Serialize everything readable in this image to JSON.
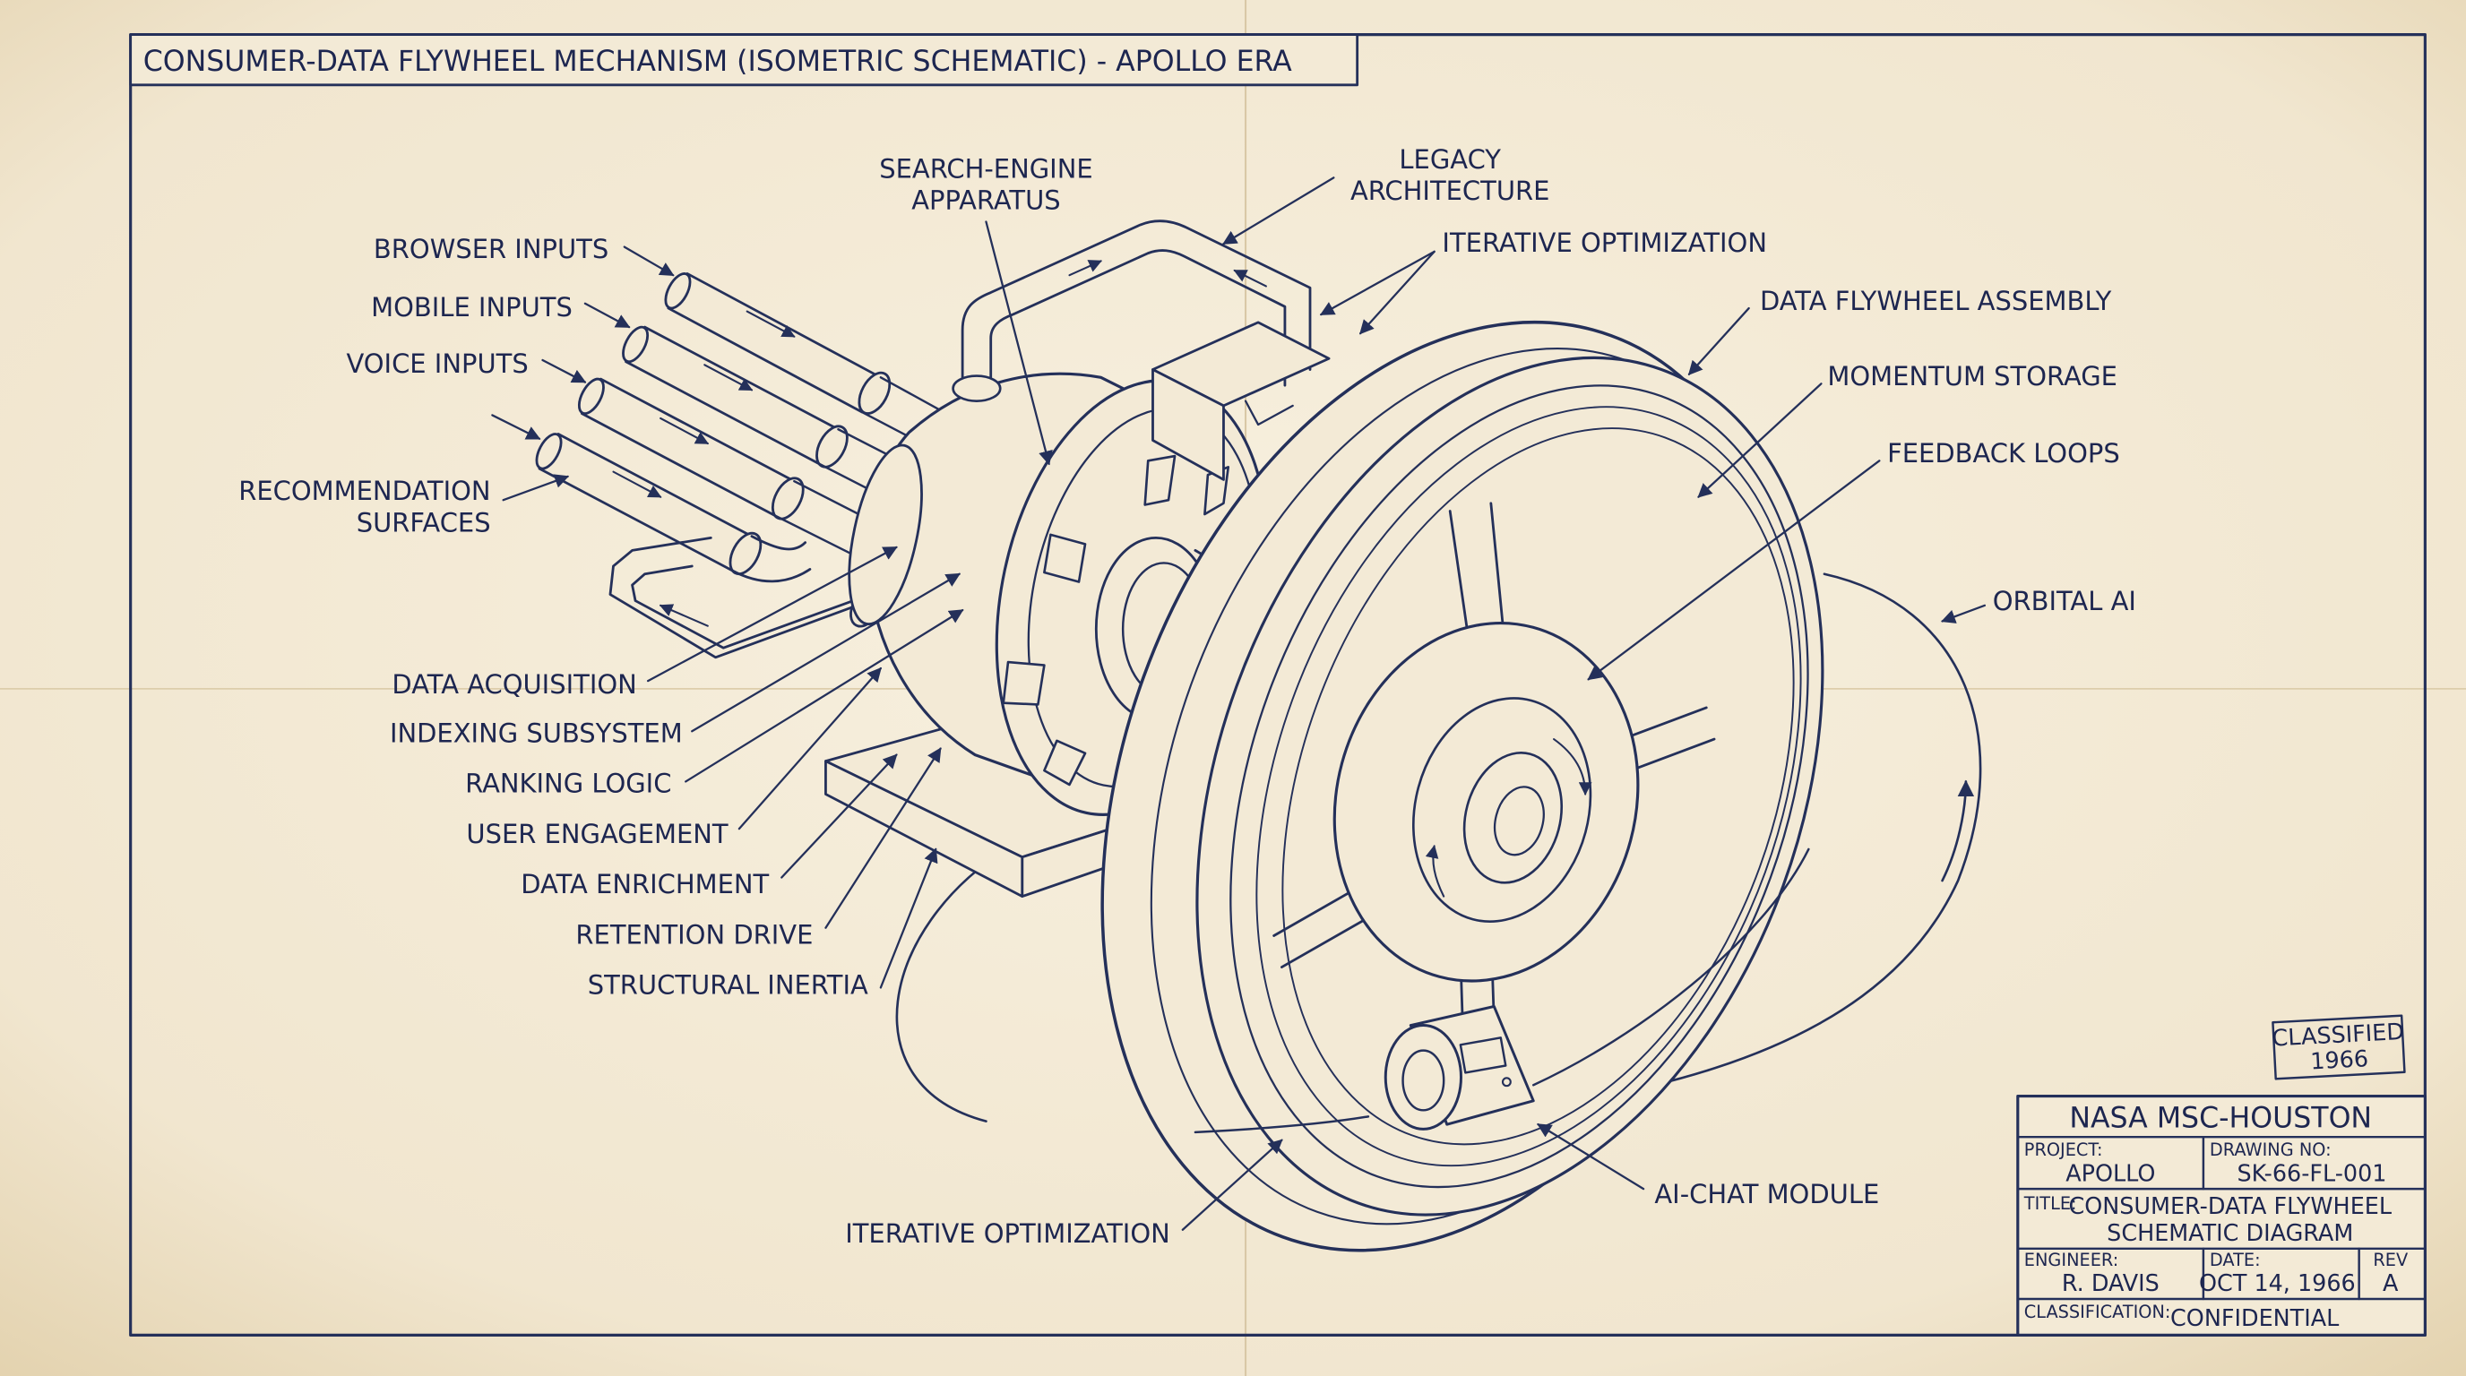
{
  "title": "CONSUMER-DATA FLYWHEEL MECHANISM (ISOMETRIC SCHEMATIC) - APOLLO ERA",
  "labels": {
    "search_engine": [
      "SEARCH-ENGINE",
      "APPARATUS"
    ],
    "legacy": [
      "LEGACY",
      "ARCHITECTURE"
    ],
    "iterative_top": "ITERATIVE OPTIMIZATION",
    "flywheel_assembly": "DATA FLYWHEEL ASSEMBLY",
    "momentum_storage": "MOMENTUM STORAGE",
    "feedback_loops": "FEEDBACK LOOPS",
    "orbital_ai": "ORBITAL AI",
    "browser_inputs": "BROWSER INPUTS",
    "mobile_inputs": "MOBILE INPUTS",
    "voice_inputs": "VOICE INPUTS",
    "recommendation": [
      "RECOMMENDATION",
      "SURFACES"
    ],
    "data_acquisition": "DATA ACQUISITION",
    "indexing": "INDEXING SUBSYSTEM",
    "ranking": "RANKING LOGIC",
    "user_engagement": "USER ENGAGEMENT",
    "data_enrichment": "DATA ENRICHMENT",
    "retention": "RETENTION DRIVE",
    "structural_inertia": "STRUCTURAL INERTIA",
    "iterative_bottom": "ITERATIVE OPTIMIZATION",
    "ai_chat": "AI-CHAT MODULE"
  },
  "stamp": [
    "CLASSIFIED",
    "1966"
  ],
  "title_block": {
    "org": "NASA MSC-HOUSTON",
    "project_label": "PROJECT:",
    "project": "APOLLO",
    "drawing_label": "DRAWING NO:",
    "drawing": "SK-66-FL-001",
    "title_label": "TITLE:",
    "title_lines": [
      "CONSUMER-DATA FLYWHEEL",
      "SCHEMATIC DIAGRAM"
    ],
    "engineer_label": "ENGINEER:",
    "engineer": "R. DAVIS",
    "date_label": "DATE:",
    "date": "OCT 14, 1966",
    "rev_label": "REV",
    "rev": "A",
    "classification_label": "CLASSIFICATION:",
    "classification": "CONFIDENTIAL"
  },
  "colors": {
    "ink": "#24305a",
    "paper": "#f3ead6"
  }
}
